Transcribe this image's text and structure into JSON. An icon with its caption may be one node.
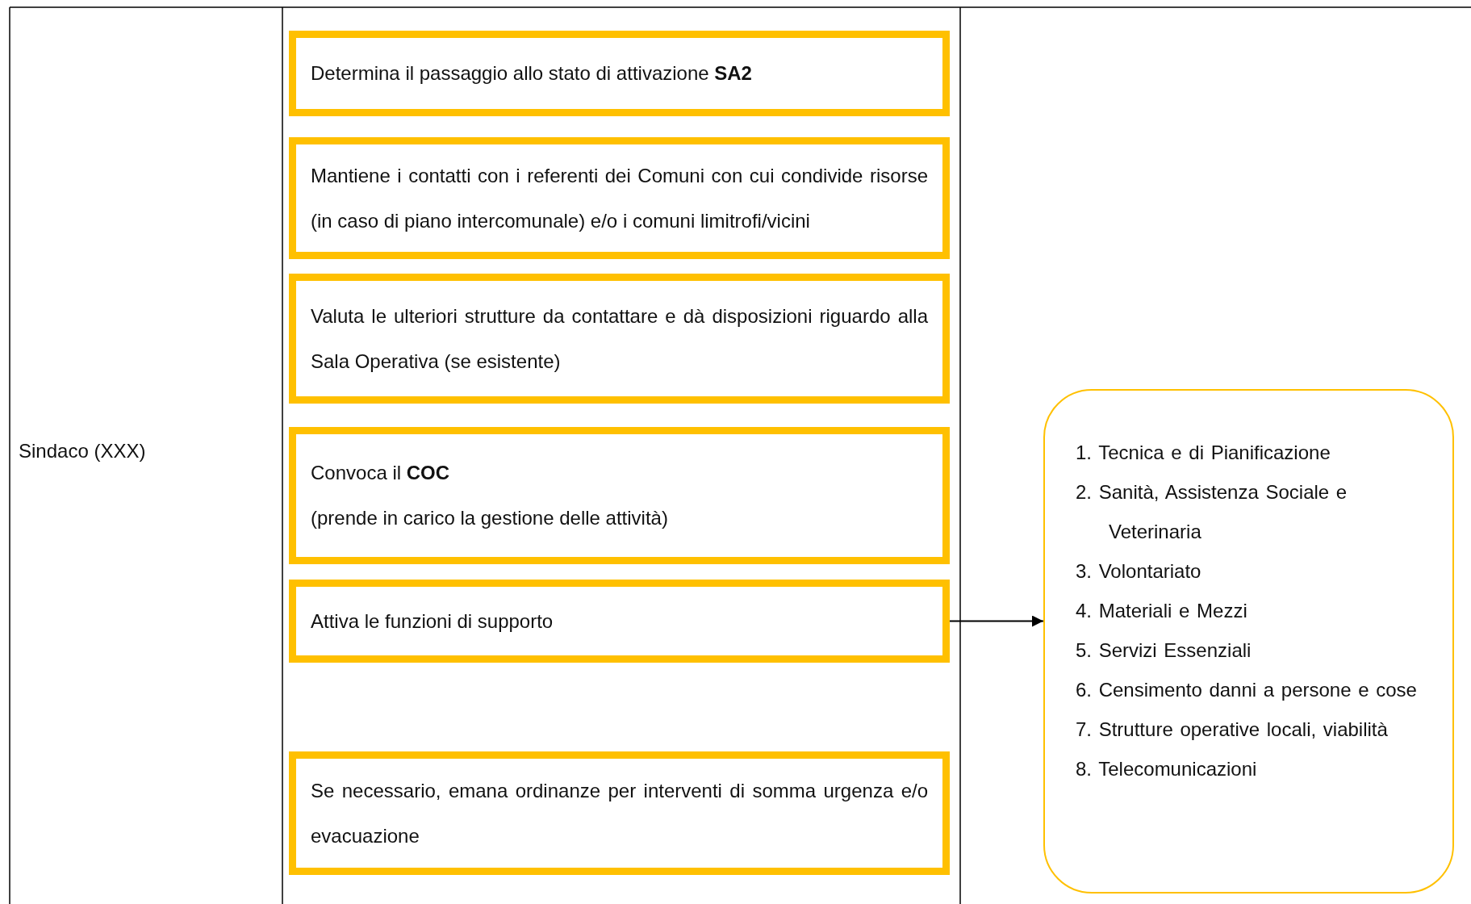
{
  "diagram": {
    "nodes": [
      {
        "text": [
          "Determina il passaggio allo stato di attivazione **SA2**"
        ]
      },
      {
        "text": [
          "Mantiene i contatti con i referenti dei Comuni con cui condivide risorse (in caso di piano intercomunale) e/o i comuni limitrofi/vicini"
        ]
      },
      {
        "text": [
          "Valuta le ulteriori strutture da contattare e dà disposizioni riguardo alla Sala Operativa (se esistente)"
        ]
      },
      {
        "text": [
          "Convoca il **COC**",
          "(prende in carico la gestione delle attività)"
        ]
      },
      {
        "text": [
          "Attiva le funzioni di supporto"
        ]
      },
      {
        "text": [
          "Se necessario, emana ordinanze per interventi di somma urgenza e/o evacuazione"
        ]
      },
      {
        "text": [
          "1. Tecnica e di Pianificazione",
          "2. Sanità, Assistenza Sociale e Veterinaria",
          "3. Volontariato",
          "4. Materiali e Mezzi",
          "5. Servizi Essenziali",
          "6. Censimento danni a persone e cose",
          "7. Strutture operative locali, viabilità",
          "8. Telecomunicazioni"
        ]
      }
    ],
    "edges": [
      {
        "from": 4,
        "to": 6,
        "arrow": "to"
      }
    ],
    "labels": [
      "Sindaco (XXX)"
    ]
  }
}
